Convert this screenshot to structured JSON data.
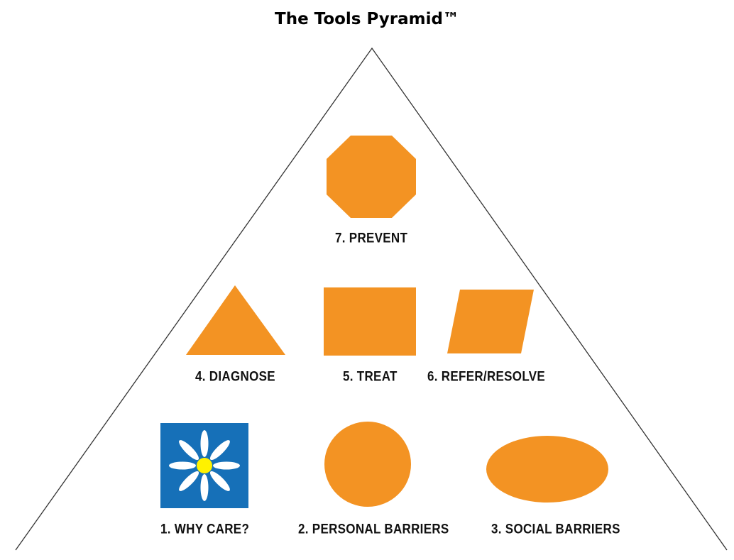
{
  "title": "The Tools Pyramid™",
  "colors": {
    "orange": "#F39323",
    "blue": "#1670B8",
    "petal": "#FFFFFF",
    "center": "#FFF200",
    "outline": "#333333"
  },
  "tools": [
    {
      "label": "1. WHY CARE?",
      "icon": "daisy-icon"
    },
    {
      "label": "2. PERSONAL BARRIERS",
      "icon": "circle-icon"
    },
    {
      "label": "3. SOCIAL BARRIERS",
      "icon": "oval-icon"
    },
    {
      "label": "4. DIAGNOSE",
      "icon": "triangle-icon"
    },
    {
      "label": "5. TREAT",
      "icon": "square-icon"
    },
    {
      "label": "6. REFER/RESOLVE",
      "icon": "parallelogram-icon"
    },
    {
      "label": "7. PREVENT",
      "icon": "octagon-icon"
    }
  ]
}
